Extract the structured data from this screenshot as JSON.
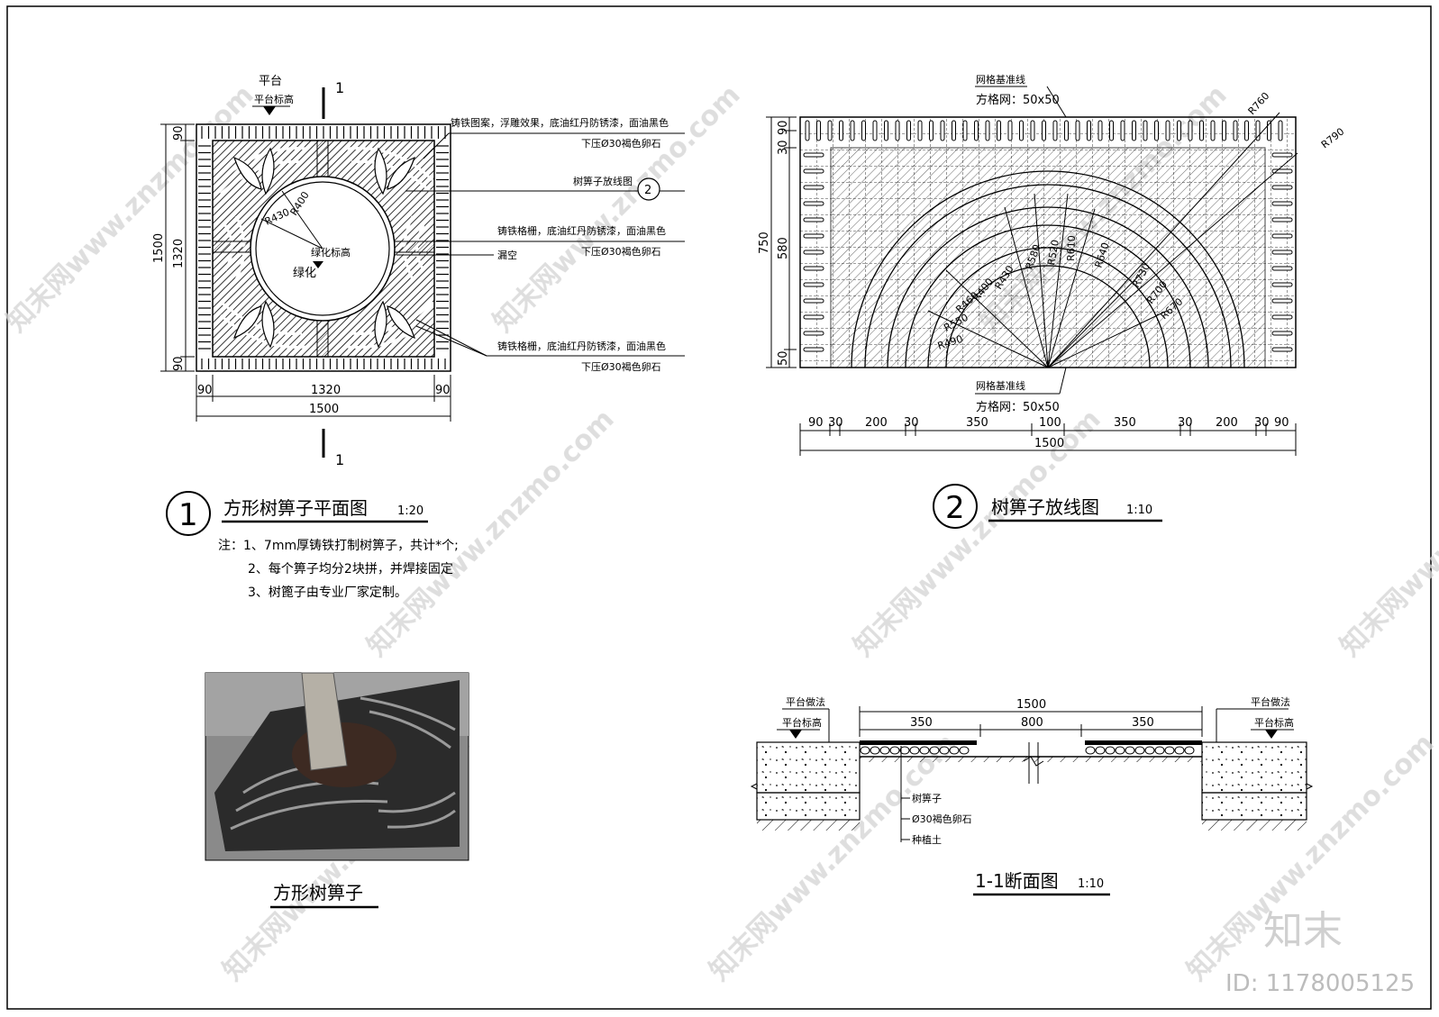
{
  "frame": {
    "border_color": "#000000"
  },
  "plan": {
    "platform": "平台",
    "platform_level": "平台标高",
    "section_mark_top": "1",
    "section_mark_bottom": "1",
    "radius_outer": "R400",
    "radius_inner": "R430",
    "green_level": "绿化标高",
    "green": "绿化",
    "dim_left": [
      "90",
      "1320",
      "90"
    ],
    "dim_left_total": "1500",
    "dim_bottom": [
      "90",
      "1320",
      "90"
    ],
    "dim_bottom_total": "1500",
    "callouts": [
      {
        "line1": "铸铁图案，浮雕效果，底油红丹防锈漆，面油黑色",
        "line2": "下压Ø30褐色卵石"
      },
      {
        "line1": "树箅子放线图",
        "line2": ""
      },
      {
        "line1": "铸铁格栅，底油红丹防锈漆，面油黑色",
        "line2": "下压Ø30褐色卵石"
      },
      {
        "line1": "漏空",
        "line2": ""
      },
      {
        "line1": "铸铁格栅，底油红丹防锈漆，面油黑色",
        "line2": "下压Ø30褐色卵石"
      }
    ],
    "callout_ref_number": "2",
    "title_number": "1",
    "title": "方形树箅子平面图",
    "scale": "1:20",
    "notes": [
      "注：1、7mm厚铸铁打制树箅子，共计*个;",
      "2、每个箅子均分2块拼，并焊接固定",
      "3、树篦子由专业厂家定制。"
    ]
  },
  "layout_drawing": {
    "grid_line_top": "网格基准线",
    "grid_spec_top": "方格网：50x50",
    "grid_line_bottom": "网格基准线",
    "grid_spec_bottom": "方格网：50x50",
    "radii_right": [
      "R760",
      "R790"
    ],
    "radii_inner": [
      "R580",
      "R520",
      "R610",
      "R640",
      "R430",
      "R400",
      "R460",
      "R550",
      "R490",
      "R730",
      "R700",
      "R670"
    ],
    "dim_left": [
      "30",
      "90",
      "580",
      "50"
    ],
    "dim_left_total": "750",
    "dim_bottom": [
      "90",
      "30",
      "200",
      "30",
      "350",
      "100",
      "350",
      "30",
      "200",
      "30",
      "90"
    ],
    "dim_bottom_total": "1500",
    "title_number": "2",
    "title": "树箅子放线图",
    "scale": "1:10"
  },
  "photo": {
    "caption": "方形树箅子"
  },
  "section": {
    "left_method": "平台做法",
    "left_level": "平台标高",
    "right_method": "平台做法",
    "right_level": "平台标高",
    "dim_total": "1500",
    "dims": [
      "350",
      "800",
      "350"
    ],
    "layers": [
      "树箅子",
      "Ø30褐色卵石",
      "种植土"
    ],
    "title": "1-1断面图",
    "scale": "1:10"
  },
  "watermark": {
    "brand": "知末",
    "id": "ID: 1178005125",
    "text": "知末网www.znzmo.com"
  }
}
